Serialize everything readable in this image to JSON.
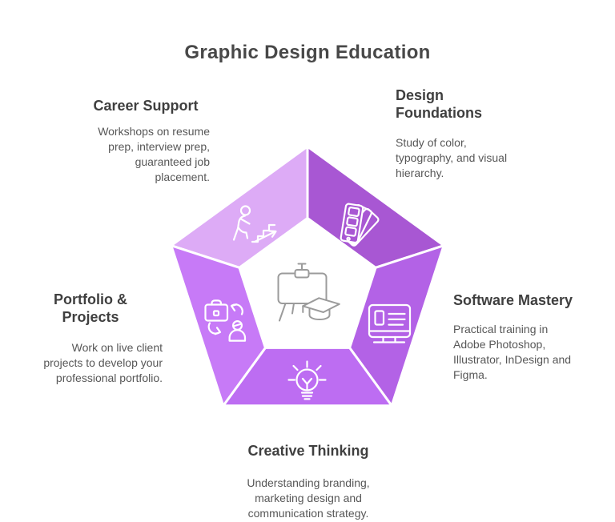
{
  "title": "Graphic Design Education",
  "colors": {
    "title_text": "#484848",
    "heading_text": "#3f3f3f",
    "body_text": "#575757",
    "segment_career": "#ddabf6",
    "segment_design": "#a857d3",
    "segment_software": "#b362e6",
    "segment_creative": "#bd6df2",
    "segment_portfolio": "#c77af7",
    "segment_divider": "#ffffff",
    "segment_icon_stroke": "#ffffff",
    "center_icon_stroke": "#9b9b9b"
  },
  "sections": {
    "career": {
      "heading": "Career Support",
      "body": "Workshops on resume\nprep, interview prep,\nguaranteed job\nplacement.",
      "icon": "person-climbing-stairs-icon"
    },
    "design": {
      "heading": "Design\nFoundations",
      "body": "Study of color,\ntypography, and visual\nhierarchy.",
      "icon": "color-swatches-icon"
    },
    "software": {
      "heading": "Software Mastery",
      "body": "Practical training in\nAdobe Photoshop,\nIllustrator, InDesign and\nFigma.",
      "icon": "monitor-icon"
    },
    "creative": {
      "heading": "Creative Thinking",
      "body": "Understanding branding,\nmarketing design and\ncommunication strategy.",
      "icon": "lightbulb-icon"
    },
    "portfolio": {
      "heading": "Portfolio &\nProjects",
      "body": "Work on live client\nprojects to develop your\nprofessional portfolio.",
      "icon": "briefcase-person-cycle-icon"
    }
  },
  "center": {
    "icon": "presentation-easel-graduation-cap-icon"
  }
}
